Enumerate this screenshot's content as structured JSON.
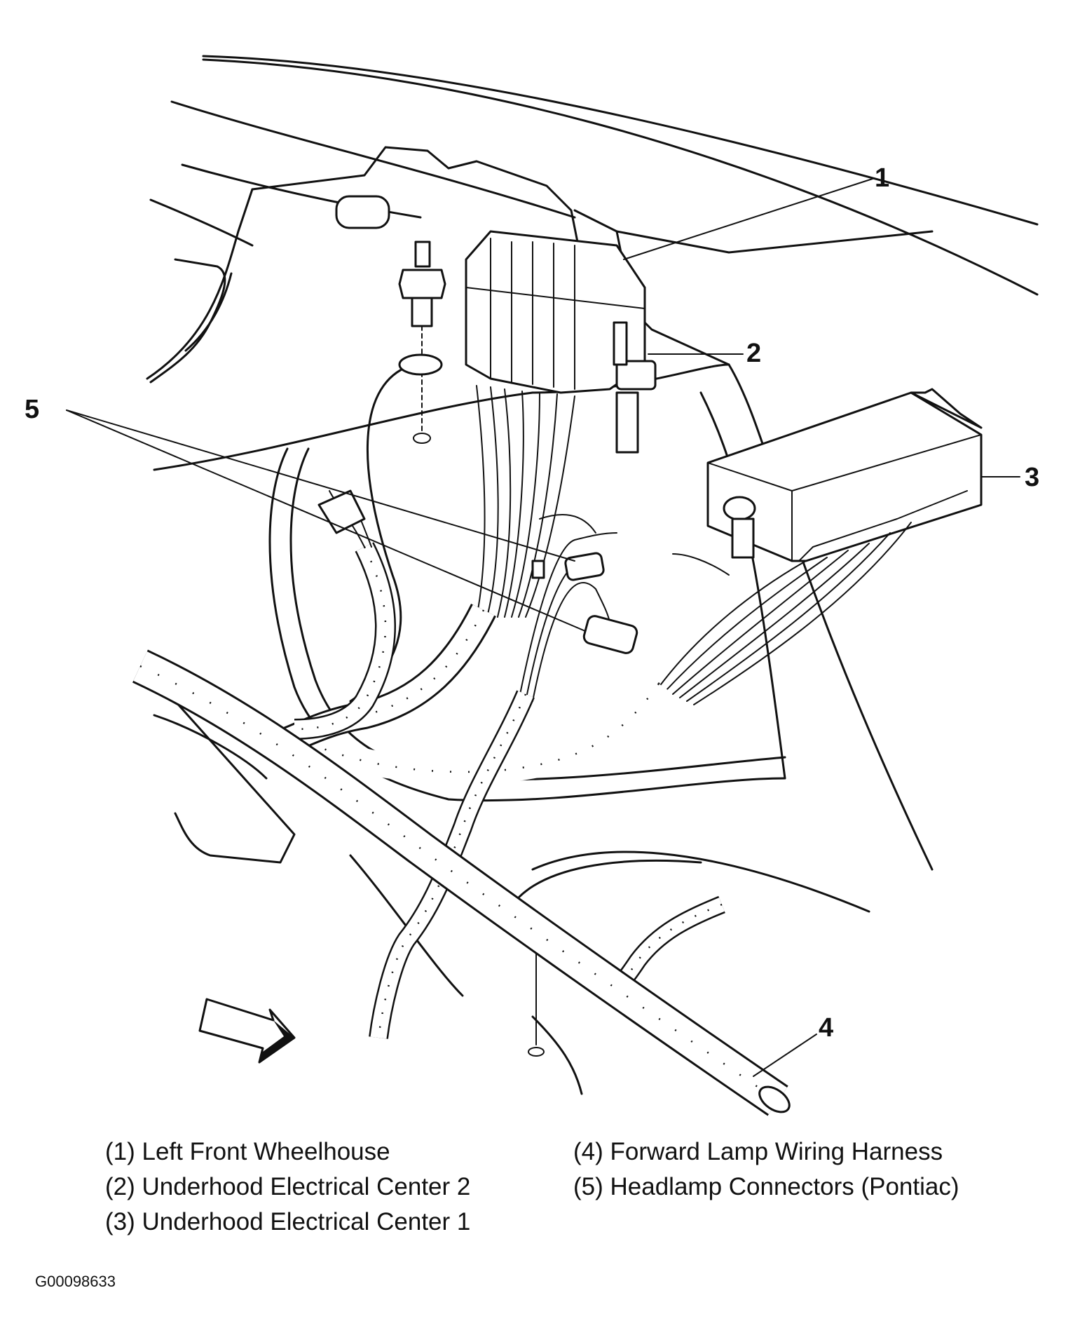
{
  "callouts": [
    "1",
    "2",
    "3",
    "4",
    "5"
  ],
  "legend": {
    "left": [
      "(1) Left Front Wheelhouse",
      "(2) Underhood Electrical Center 2",
      "(3) Underhood Electrical Center 1"
    ],
    "right": [
      "(4) Forward Lamp Wiring Harness",
      "(5) Headlamp Connectors (Pontiac)"
    ]
  },
  "figure_id": "G00098633"
}
